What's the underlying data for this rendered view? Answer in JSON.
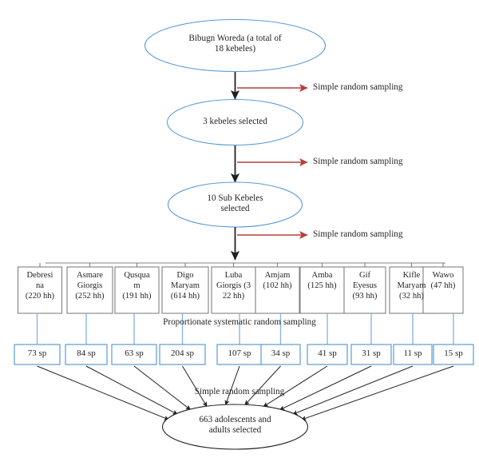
{
  "diagram": {
    "type": "flowchart",
    "title": "Sampling procedure flowchart",
    "colors": {
      "ellipse_stroke": "#5B9BD5",
      "box_stroke": "#808080",
      "sp_box_stroke": "#5B9BD5",
      "connector_blue": "#8EB4E3",
      "connector_black": "#231f20",
      "side_arrow_red": "#B5403A",
      "text": "#231f20",
      "background": "#FFFFFF"
    },
    "stages": [
      {
        "id": "stage-woreda",
        "shape": "ellipse",
        "label": "Bibugn Woreda (a total of\n18 kebeles)"
      },
      {
        "id": "stage-kebeles",
        "shape": "ellipse",
        "label": "3 kebeles selected"
      },
      {
        "id": "stage-sub-kebeles",
        "shape": "ellipse",
        "label": "10 Sub Kebeles\nselected"
      },
      {
        "id": "stage-final",
        "shape": "ellipse",
        "label": "663 adolescents and\nadults selected"
      }
    ],
    "side_labels": [
      {
        "id": "side-label-1",
        "text": "Simple random sampling"
      },
      {
        "id": "side-label-2",
        "text": "Simple random sampling"
      },
      {
        "id": "side-label-3",
        "text": "Simple random sampling"
      }
    ],
    "middle_label": "Proportionate systematic random sampling",
    "bottom_label": "Simple random sampling",
    "sub_kebeles": [
      {
        "name": "Debresi\nna",
        "households": "(220 hh)",
        "sample": "73 sp"
      },
      {
        "name": "Asmare\nGiorgis",
        "households": "(252 hh)",
        "sample": "84 sp"
      },
      {
        "name": "Qusqua\nm",
        "households": "(191 hh)",
        "sample": "63 sp"
      },
      {
        "name": "Digo\nMaryam",
        "households": "(614 hh)",
        "sample": "204 sp"
      },
      {
        "name": "Luba\nGiorgis (3",
        "households": "22 hh)",
        "sample": "107 sp"
      },
      {
        "name": "Amjam",
        "households": "(102 hh)",
        "sample": "34 sp"
      },
      {
        "name": "Amba",
        "households": "(125 hh)",
        "sample": "41 sp"
      },
      {
        "name": "Gif\nEyesus",
        "households": "(93 hh)",
        "sample": "31 sp"
      },
      {
        "name": "Kifle\nMaryam",
        "households": "(32 hh)",
        "sample": "11 sp"
      },
      {
        "name": "Wawo",
        "households": "(47 hh)",
        "sample": "15 sp"
      }
    ],
    "total_sample": "663"
  }
}
